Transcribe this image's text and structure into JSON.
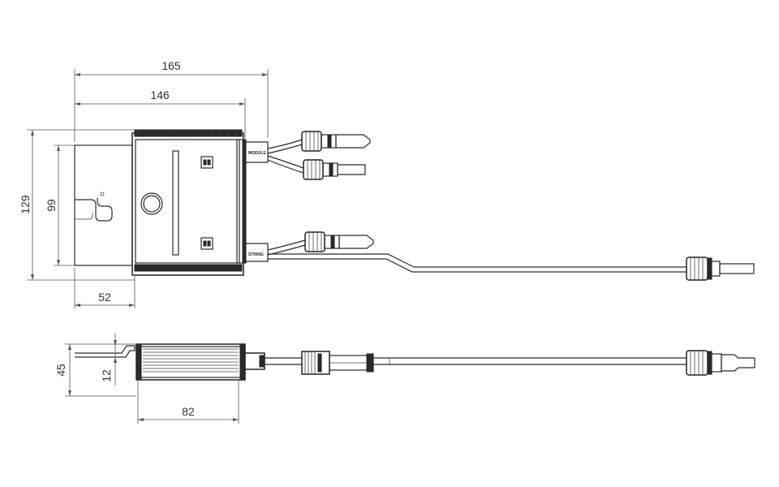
{
  "dimensions": {
    "overall_width": "165",
    "housing_width": "146",
    "overall_height": "129",
    "inner_height": "99",
    "bracket_width": "52",
    "side_height": "45",
    "side_thickness": "12",
    "side_width": "82"
  },
  "labels": {
    "module_tag": "MODULE",
    "string_tag": "STRING"
  }
}
